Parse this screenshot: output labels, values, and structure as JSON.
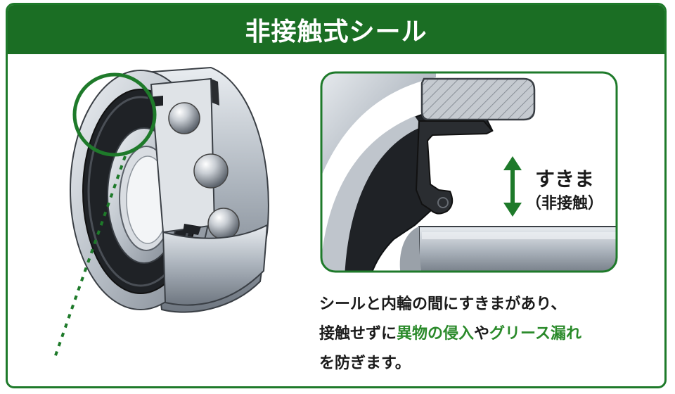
{
  "title": "非接触式シール",
  "gap_label": {
    "main": "すきま",
    "sub": "（非接触）"
  },
  "description": {
    "line1": "シールと内輪の間にすきまがあり、",
    "line2_a": "接触せずに",
    "line2_b": "異物の侵入",
    "line2_c": "や",
    "line2_d": "グリース漏れ",
    "line3": "を防ぎます。"
  },
  "colors": {
    "brand_green": "#1b6e24",
    "highlight_green": "#2a8a2a",
    "seal_black": "#222222",
    "steel": "#b8bec6"
  }
}
